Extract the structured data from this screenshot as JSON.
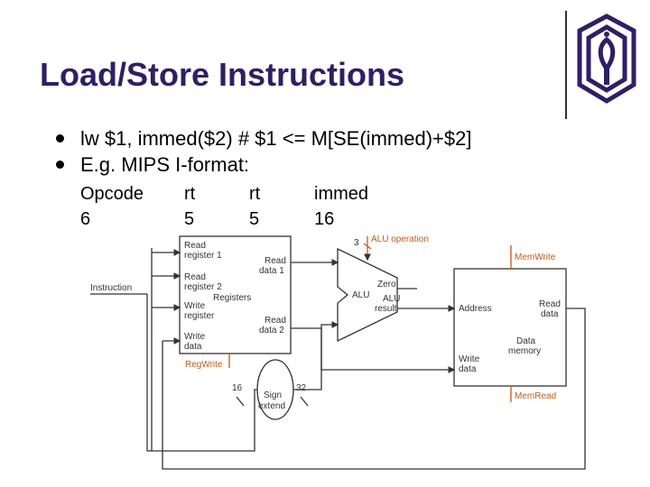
{
  "slide": {
    "title": "Load/Store Instructions",
    "bullets": [
      "lw $1, immed($2) # $1 <= M[SE(immed)+$2]",
      "E.g. MIPS I-format:"
    ],
    "format_table": [
      {
        "field": "Opcode",
        "bits": "6"
      },
      {
        "field": "rt",
        "bits": "5"
      },
      {
        "field": "rt",
        "bits": "5"
      },
      {
        "field": "immed",
        "bits": "16"
      }
    ]
  },
  "diagram": {
    "instruction": "Instruction",
    "read_register_1": [
      "Read",
      "register 1"
    ],
    "read_register_2": [
      "Read",
      "register 2"
    ],
    "write_register": [
      "Write",
      "register"
    ],
    "write_data": [
      "Write",
      "data"
    ],
    "read_data_1": [
      "Read",
      "data 1"
    ],
    "read_data_2": [
      "Read",
      "data 2"
    ],
    "registers": "Registers",
    "reg_write": "RegWrite",
    "alu_op_bits": "3",
    "alu_operation": "ALU operation",
    "alu": "ALU",
    "zero": "Zero",
    "alu_result": [
      "ALU",
      "result"
    ],
    "sign_extend": [
      "Sign",
      "extend"
    ],
    "in_bits": "16",
    "out_bits": "32",
    "mem_write": "MemWrite",
    "mem_read": "MemRead",
    "address": "Address",
    "read_data": [
      "Read",
      "data"
    ],
    "data_memory": [
      "Data",
      "memory"
    ],
    "mem_write_data": [
      "Write",
      "data"
    ]
  },
  "colors": {
    "title": "#2e1f66",
    "control": "#c75a14",
    "logo": "#2e1f66"
  }
}
